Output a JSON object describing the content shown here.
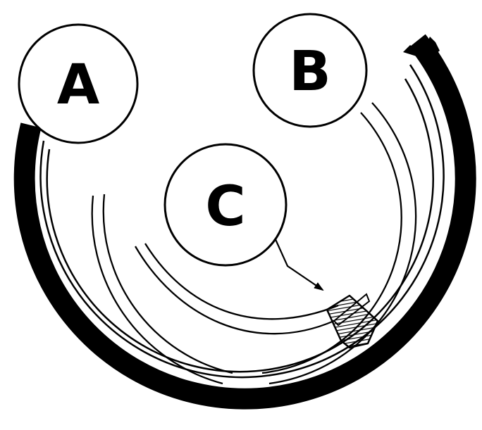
{
  "callouts": [
    {
      "id": "A",
      "label": "A"
    },
    {
      "id": "B",
      "label": "B"
    },
    {
      "id": "C",
      "label": "C"
    }
  ],
  "colors": {
    "ink": "#000000",
    "paper": "#ffffff"
  }
}
